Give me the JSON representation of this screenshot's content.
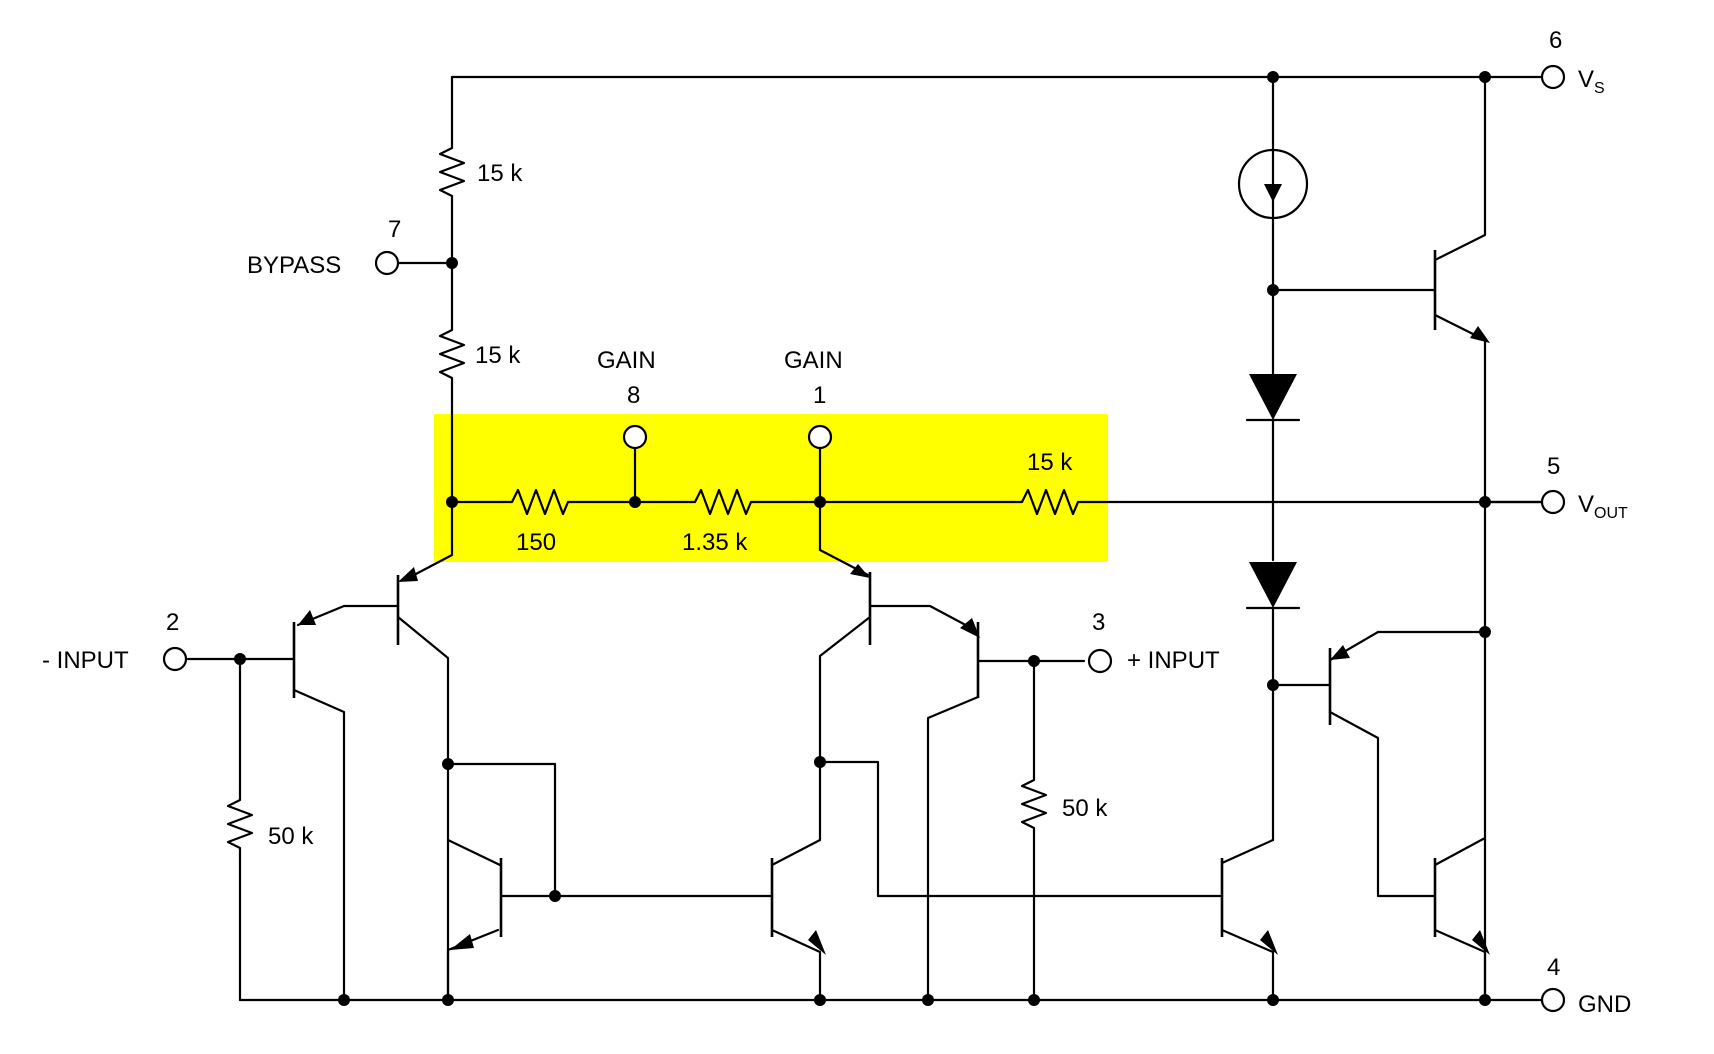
{
  "colors": {
    "highlight": "#FFFF00",
    "wire": "#000000",
    "background": "#FFFFFF"
  },
  "pins": {
    "vs": {
      "number": "6",
      "label": "V",
      "sub": "S"
    },
    "vout": {
      "number": "5",
      "label": "V",
      "sub": "OUT"
    },
    "gnd": {
      "number": "4",
      "label": "GND"
    },
    "bypass": {
      "number": "7",
      "label": "BYPASS"
    },
    "gain8": {
      "number": "8",
      "label": "GAIN"
    },
    "gain1": {
      "number": "1",
      "label": "GAIN"
    },
    "neg_input": {
      "number": "2",
      "label": "- INPUT"
    },
    "pos_input": {
      "number": "3",
      "label": "+ INPUT"
    }
  },
  "resistors": {
    "r_top": "15 k",
    "r_mid": "15 k",
    "r_150": "150",
    "r_135": "1.35 k",
    "r_fb": "15 k",
    "r_in_neg": "50 k",
    "r_in_pos": "50 k"
  }
}
